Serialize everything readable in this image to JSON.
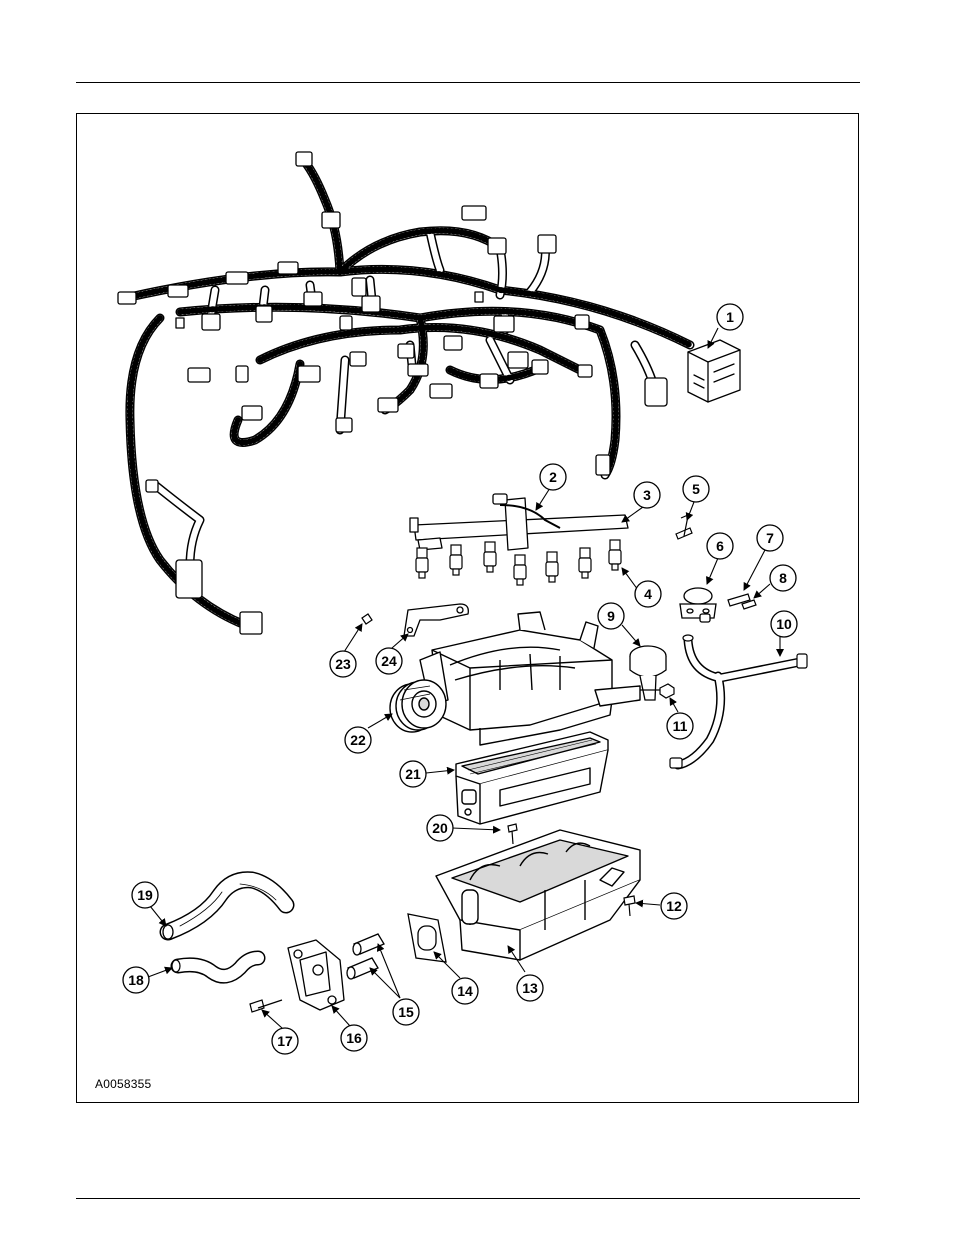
{
  "figure": {
    "id": "A0058355"
  },
  "callouts": [
    {
      "n": "1"
    },
    {
      "n": "2"
    },
    {
      "n": "3"
    },
    {
      "n": "4"
    },
    {
      "n": "5"
    },
    {
      "n": "6"
    },
    {
      "n": "7"
    },
    {
      "n": "8"
    },
    {
      "n": "9"
    },
    {
      "n": "10"
    },
    {
      "n": "11"
    },
    {
      "n": "12"
    },
    {
      "n": "13"
    },
    {
      "n": "14"
    },
    {
      "n": "15"
    },
    {
      "n": "16"
    },
    {
      "n": "17"
    },
    {
      "n": "18"
    },
    {
      "n": "19"
    },
    {
      "n": "20"
    },
    {
      "n": "21"
    },
    {
      "n": "22"
    },
    {
      "n": "23"
    },
    {
      "n": "24"
    }
  ],
  "colors": {
    "ink": "#000000",
    "paper": "#ffffff",
    "shade": "#d9d9d9"
  }
}
